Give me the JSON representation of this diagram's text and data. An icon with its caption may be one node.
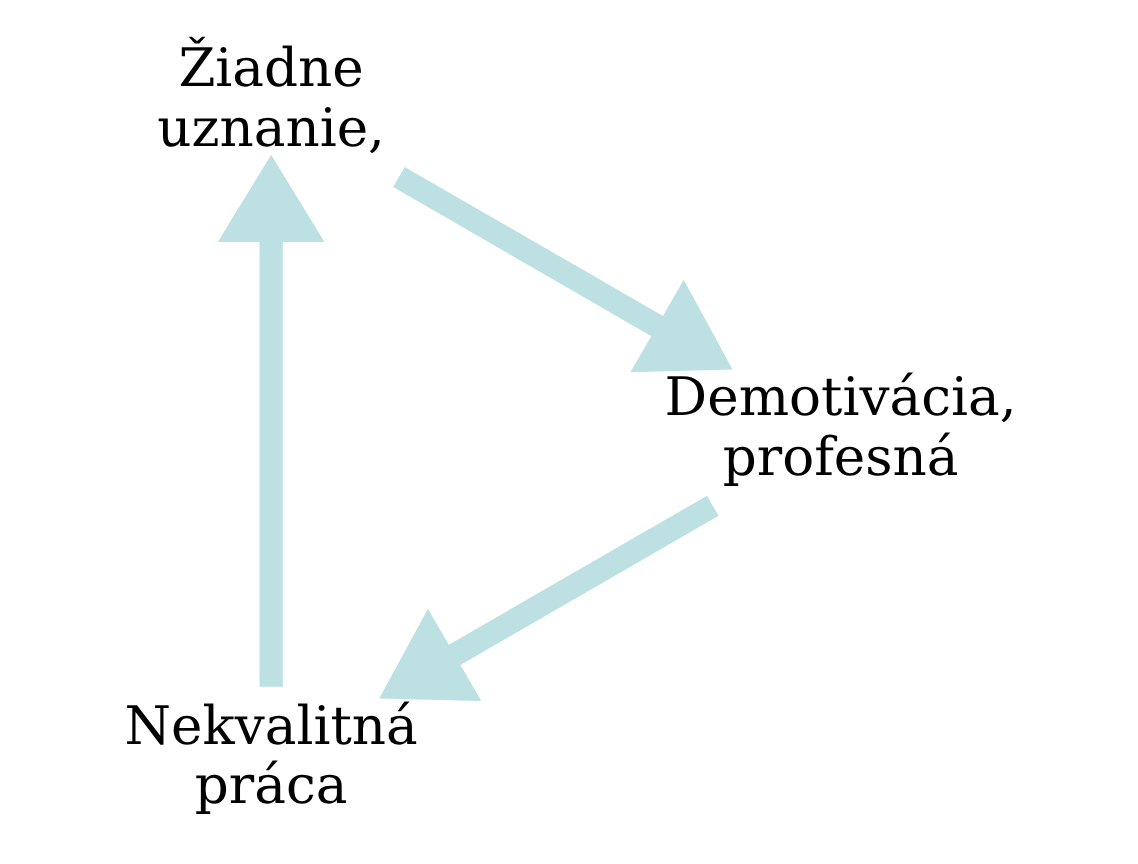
{
  "diagram": {
    "nodes": [
      {
        "text": [
          "Nekvalitná práca"
        ]
      },
      {
        "text": [
          "Žiadne uznanie,"
        ]
      },
      {
        "text": [
          "Demotivácia, profesná"
        ]
      }
    ],
    "edges": [
      {
        "from": 0,
        "to": 1,
        "arrow": "to"
      },
      {
        "from": 1,
        "to": 2,
        "arrow": "to"
      },
      {
        "from": 2,
        "to": 0,
        "arrow": "to"
      }
    ]
  }
}
